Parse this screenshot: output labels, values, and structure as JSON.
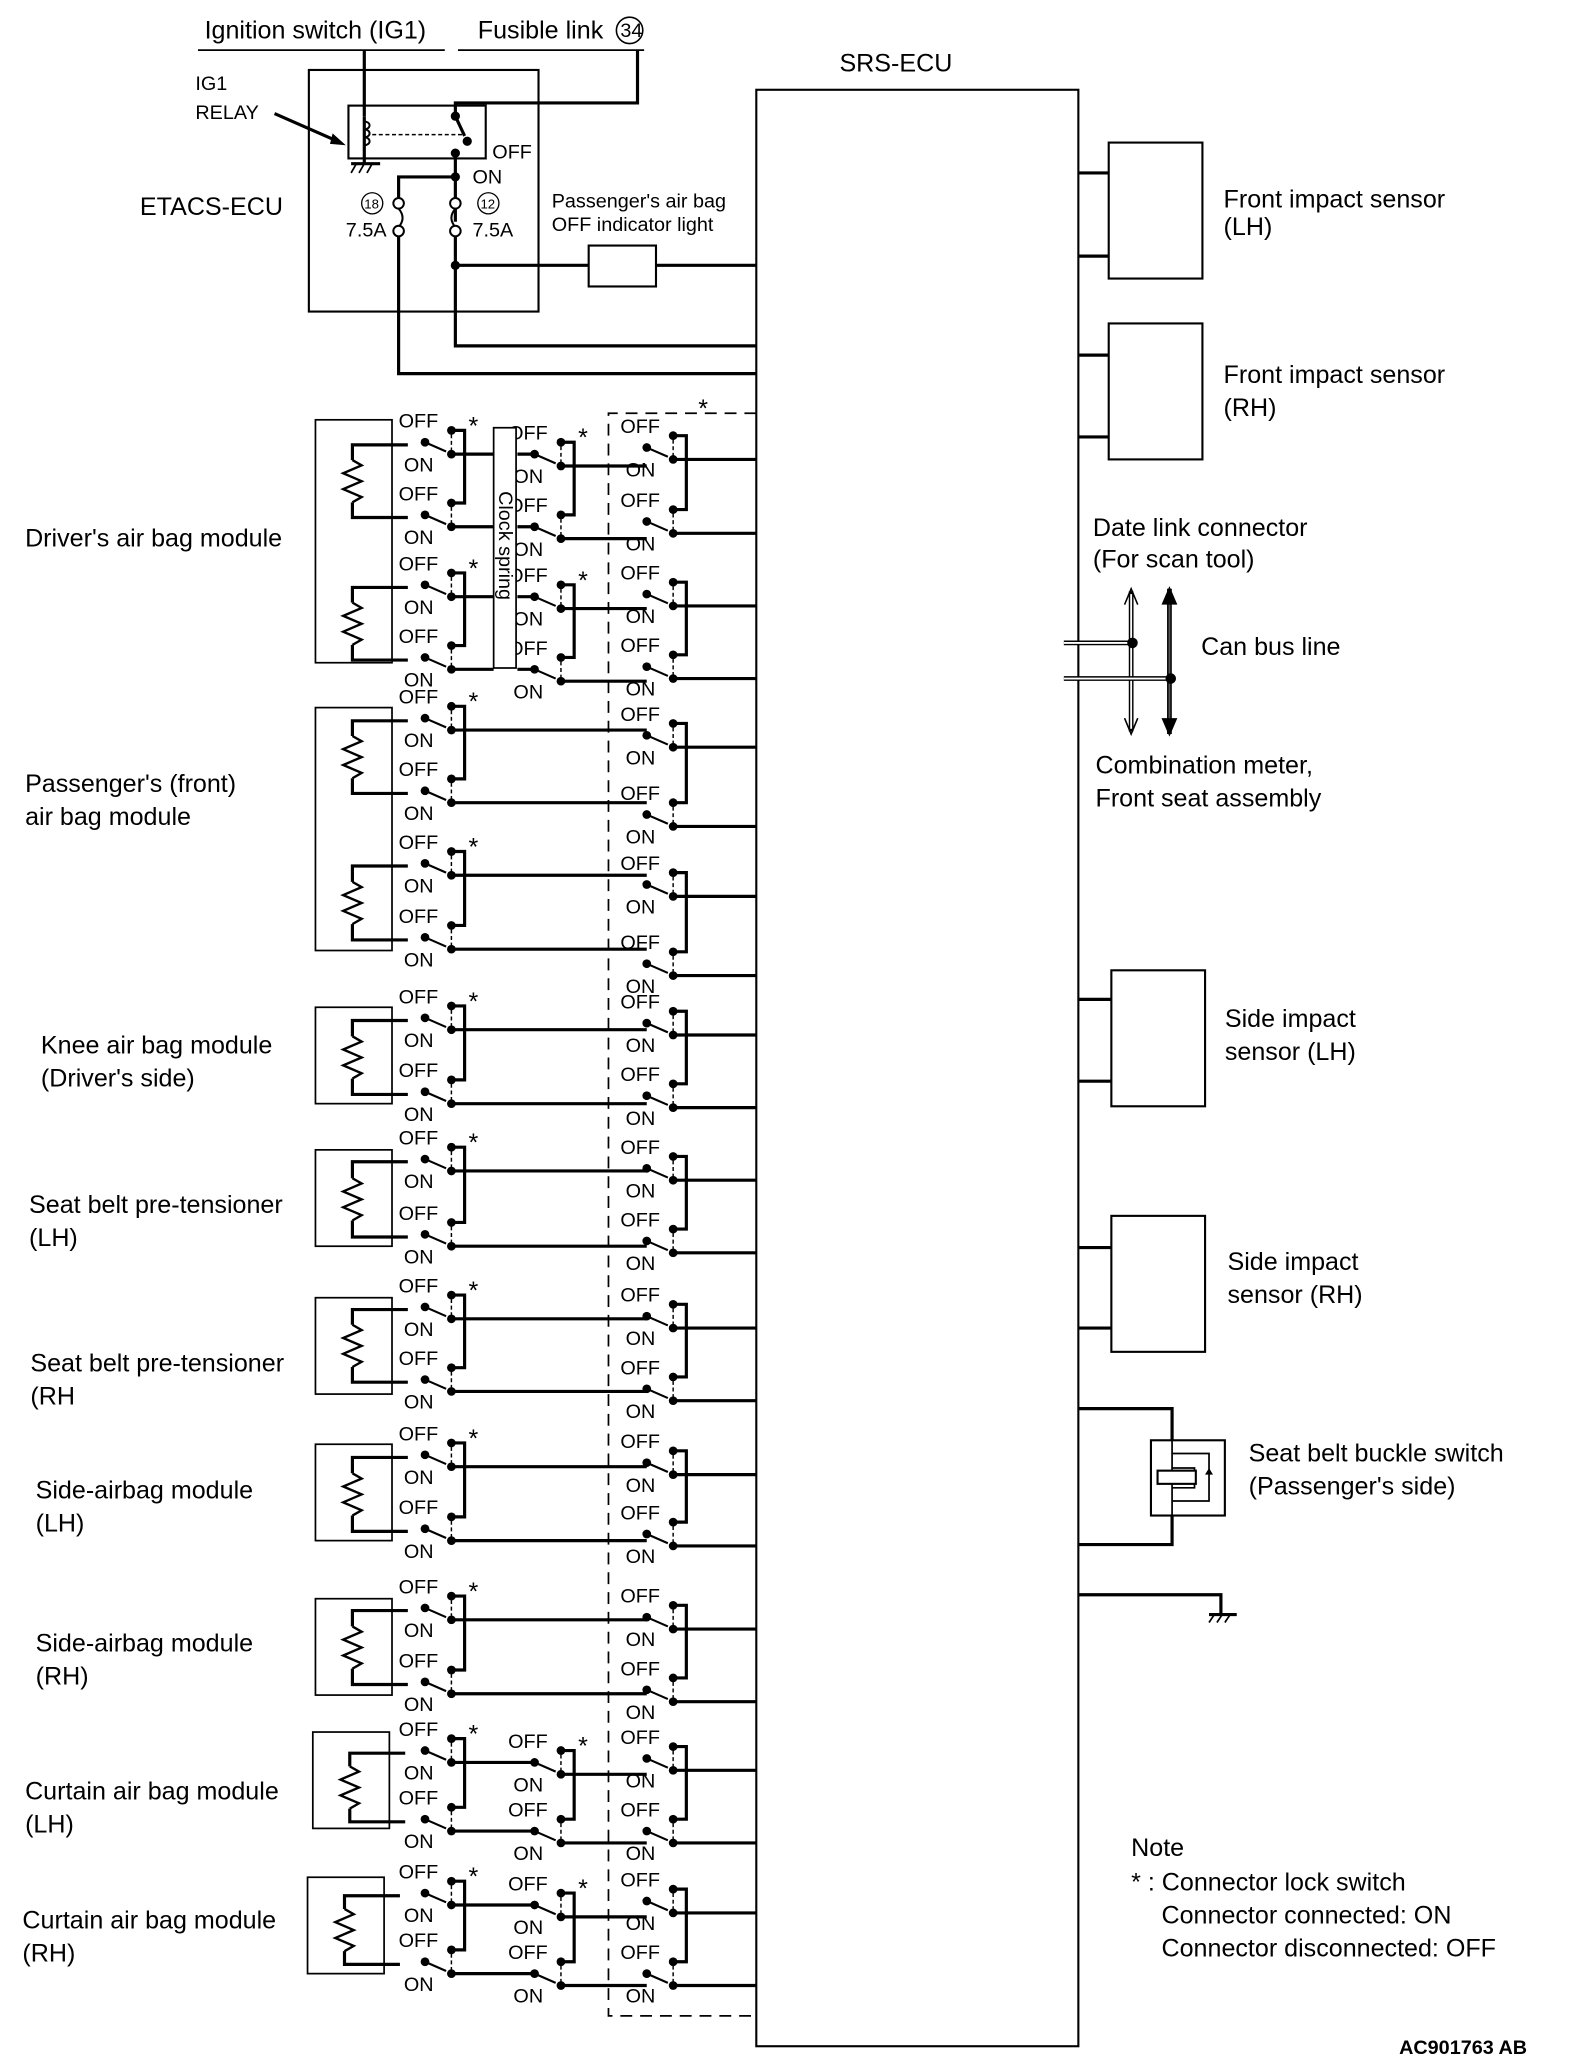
{
  "ecu": {
    "title": "SRS-ECU"
  },
  "power": {
    "ignition_label": "Ignition switch (IG1)",
    "fusible_label": "Fusible link",
    "fusible_number": "34",
    "relay_label_line1": "IG1",
    "relay_label_line2": "RELAY",
    "etacs_label": "ETACS-ECU",
    "relay_off": "OFF",
    "relay_on": "ON",
    "fuse_left_number": "18",
    "fuse_left_rating": "7.5A",
    "fuse_right_number": "12",
    "fuse_right_rating": "7.5A",
    "indicator_label_line1": "Passenger's air bag",
    "indicator_label_line2": "OFF indicator light"
  },
  "switch_labels": {
    "off": "OFF",
    "on": "ON",
    "lock_mark": "*",
    "clock_spring": "Clock spring"
  },
  "modules": [
    {
      "line1": "Driver's air bag module",
      "line2": "",
      "squibs": 2,
      "clock_spring": true,
      "mid_stage": true
    },
    {
      "line1": "Passenger's (front)",
      "line2": "air bag module",
      "squibs": 2,
      "clock_spring": false,
      "mid_stage": false
    },
    {
      "line1": "Knee air bag module",
      "line2": "(Driver's side)",
      "squibs": 1,
      "clock_spring": false,
      "mid_stage": false
    },
    {
      "line1": "Seat belt pre-tensioner",
      "line2": "(LH)",
      "squibs": 1,
      "clock_spring": false,
      "mid_stage": false
    },
    {
      "line1": "Seat belt pre-tensioner",
      "line2": "(RH",
      "squibs": 1,
      "clock_spring": false,
      "mid_stage": false
    },
    {
      "line1": "Side-airbag module",
      "line2": "(LH)",
      "squibs": 1,
      "clock_spring": false,
      "mid_stage": false
    },
    {
      "line1": "Side-airbag module",
      "line2": "(RH)",
      "squibs": 1,
      "clock_spring": false,
      "mid_stage": false
    },
    {
      "line1": "Curtain air bag module",
      "line2": "(LH)",
      "squibs": 1,
      "clock_spring": false,
      "mid_stage": true
    },
    {
      "line1": "Curtain air bag module",
      "line2": "(RH)",
      "squibs": 1,
      "clock_spring": false,
      "mid_stage": true
    }
  ],
  "sensors": [
    {
      "line1": "Front impact sensor",
      "line2": "(LH)"
    },
    {
      "line1": "Front impact sensor",
      "line2": "(RH)"
    },
    {
      "line1": "Side impact",
      "line2": "sensor (LH)"
    },
    {
      "line1": "Side impact",
      "line2": "sensor (RH)"
    }
  ],
  "can": {
    "top_line1": "Date link connector",
    "top_line2": "(For scan tool)",
    "bus_label": "Can bus line",
    "bottom_line1": "Combination meter,",
    "bottom_line2": "Front seat assembly"
  },
  "buckle": {
    "line1": "Seat belt buckle switch",
    "line2": "(Passenger's side)"
  },
  "note": {
    "title": "Note",
    "line1": "* : Connector lock switch",
    "line2": "Connector connected: ON",
    "line3": "Connector disconnected: OFF"
  },
  "figure_code": "AC901763 AB"
}
